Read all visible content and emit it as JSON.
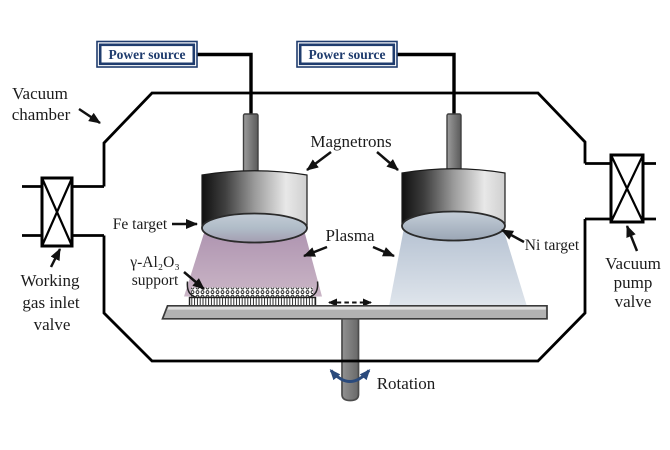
{
  "labels": {
    "power_source_left": "Power source",
    "power_source_right": "Power source",
    "vacuum_chamber": [
      "Vacuum",
      "chamber"
    ],
    "magnetrons": "Magnetrons",
    "fe_target": "Fe target",
    "ni_target": "Ni target",
    "plasma": "Plasma",
    "support": [
      "γ-Al₂O₃",
      "support"
    ],
    "working_gas_inlet_valve": [
      "Working",
      "gas inlet",
      "valve"
    ],
    "vacuum_pump_valve": [
      "Vacuum",
      "pump",
      "valve"
    ],
    "rotation": "Rotation"
  },
  "colors": {
    "power_box": "#1f3c6e",
    "label_text": "#1c1c1c",
    "fe_plasma_top": "#ae94b0",
    "fe_plasma_bottom": "#cab5c6",
    "ni_plasma_top": "#b6c2d2",
    "ni_plasma_bottom": "#dfe5ec",
    "rotation_arrow": "#2a4a7c"
  }
}
